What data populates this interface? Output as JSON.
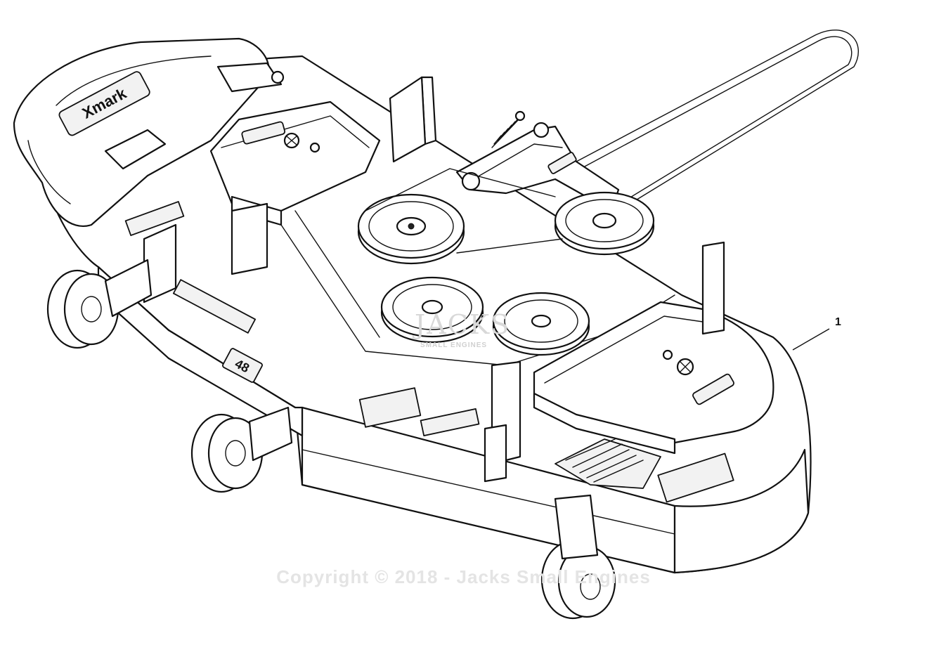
{
  "diagram": {
    "callout_number": "1",
    "watermark_brand": "JACKS",
    "watermark_subtitle": "SMALL ENGINES",
    "copyright": "Copyright © 2018 - Jacks Small Engines",
    "logo_text": "Xmark",
    "deck_size_text": "48"
  }
}
